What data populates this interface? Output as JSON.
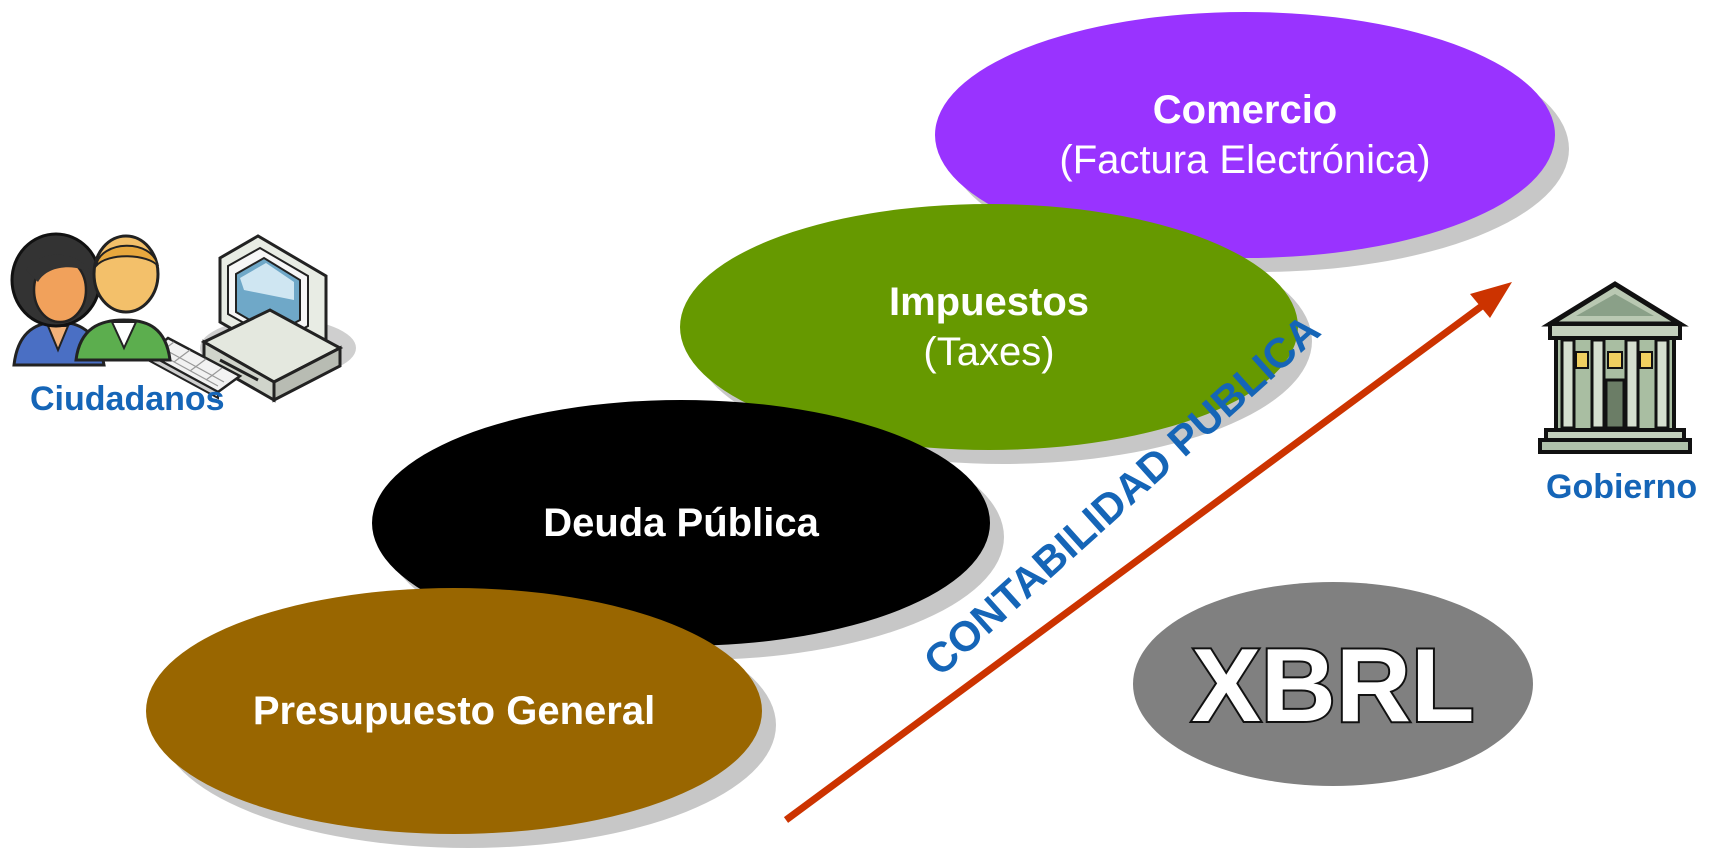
{
  "actors": {
    "left": {
      "label": "Ciudadanos"
    },
    "right": {
      "label": "Gobierno"
    }
  },
  "stages": [
    {
      "title": "Presupuesto General",
      "subtitle": "",
      "color": "#996600"
    },
    {
      "title": "Deuda Pública",
      "subtitle": "",
      "color": "#000000"
    },
    {
      "title": "Impuestos",
      "subtitle": "(Taxes)",
      "color": "#669900"
    },
    {
      "title": "Comercio",
      "subtitle": "(Factura Electrónica)",
      "color": "#9933ff"
    }
  ],
  "arrow": {
    "label": "CONTABILIDAD PUBLICA",
    "color": "#cc3300",
    "label_color": "#1565b7"
  },
  "badge": {
    "label": "XBRL",
    "color": "#808080"
  }
}
